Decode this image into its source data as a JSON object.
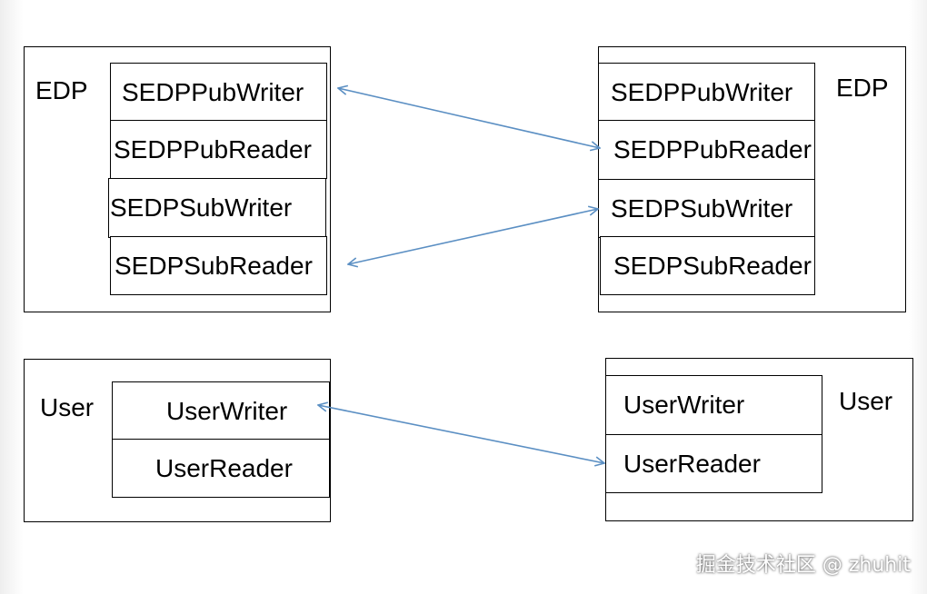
{
  "left_edp": {
    "label": "EDP",
    "endpoints": [
      "SEDPPubWriter",
      "SEDPPubReader",
      "SEDPSubWriter",
      "SEDPSubReader"
    ]
  },
  "right_edp": {
    "label": "EDP",
    "endpoints": [
      "SEDPPubWriter",
      "SEDPPubReader",
      "SEDPSubWriter",
      "SEDPSubReader"
    ]
  },
  "left_user": {
    "label": "User",
    "endpoints": [
      "UserWriter",
      "UserReader"
    ]
  },
  "right_user": {
    "label": "User",
    "endpoints": [
      "UserWriter",
      "UserReader"
    ]
  },
  "colors": {
    "arrow": "#5b8fc3"
  },
  "watermark": "掘金技术社区 @ zhuhit"
}
